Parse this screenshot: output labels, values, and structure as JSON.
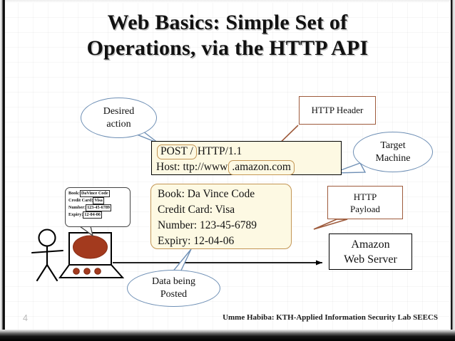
{
  "slide": {
    "title_line1": "Web Basics:  Simple Set of",
    "title_line2": "Operations, via the HTTP API",
    "page_number": "4",
    "footer_credit": "Umme Habiba: KTH-Applied Information Security Lab SEECS"
  },
  "http_header_box": {
    "request_method": "POST /",
    "request_version": "HTTP/1.1",
    "host_label": "Host: ttp://www",
    "host_domain": ".amazon.com"
  },
  "http_payload_box": {
    "lines": [
      "Book: Da Vince Code",
      "Credit Card: Visa",
      "Number: 123-45-6789",
      "Expiry: 12-04-06"
    ]
  },
  "browser_form": {
    "rows": [
      {
        "label": "Book:",
        "value": "DaVince Code"
      },
      {
        "label": "Credit Card:",
        "value": "Visa"
      },
      {
        "label": "Number:",
        "value": "123-45-6789"
      },
      {
        "label": "Expiry:",
        "value": "12-04-06"
      }
    ]
  },
  "callouts": {
    "desired_action_l1": "Desired",
    "desired_action_l2": "action",
    "http_header": "HTTP Header",
    "target_machine_l1": "Target",
    "target_machine_l2": "Machine",
    "http_payload_l1": "HTTP",
    "http_payload_l2": "Payload",
    "data_being_posted_l1": "Data being",
    "data_being_posted_l2": "Posted"
  },
  "server": {
    "line1": "Amazon",
    "line2": "Web Server"
  },
  "colors": {
    "callout_brown": "#9E5B3C",
    "bubble_blue": "#6E8FB5",
    "highlight_tan": "#C39553",
    "box_cream": "#FDF9E3",
    "monitor_red": "#A33A1E"
  }
}
